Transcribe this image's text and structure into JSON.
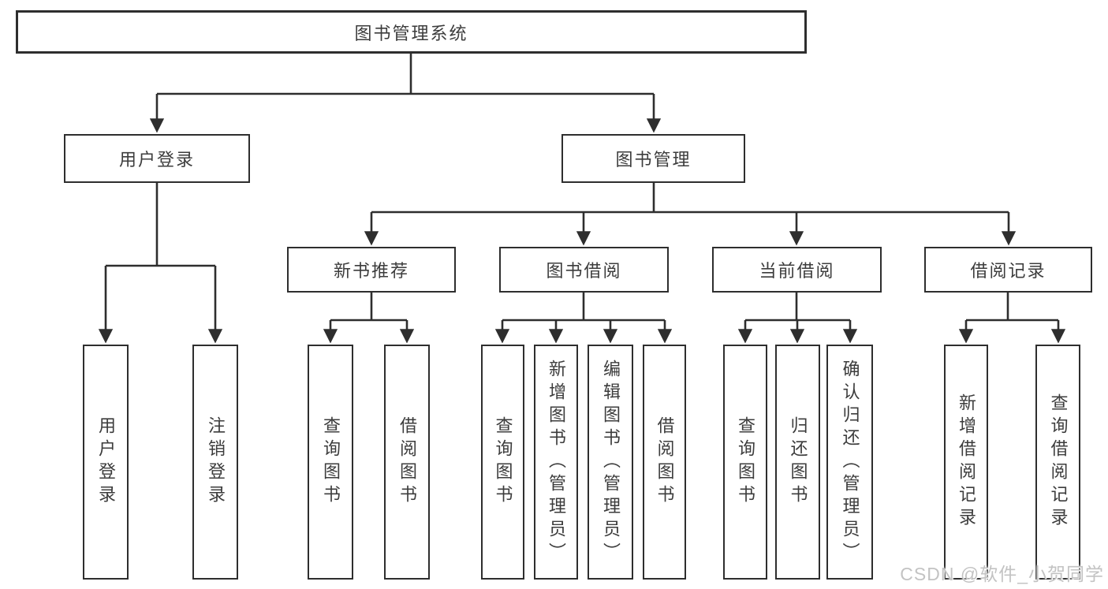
{
  "tree": {
    "label": "图书管理系统",
    "children": [
      {
        "label": "用户登录",
        "children": [
          {
            "label": "用户登录"
          },
          {
            "label": "注销登录"
          }
        ]
      },
      {
        "label": "图书管理",
        "children": [
          {
            "label": "新书推荐",
            "children": [
              {
                "label": "查询图书"
              },
              {
                "label": "借阅图书"
              }
            ]
          },
          {
            "label": "图书借阅",
            "children": [
              {
                "label": "查询图书"
              },
              {
                "label": "新增图书（管理员）"
              },
              {
                "label": "编辑图书（管理员）"
              },
              {
                "label": "借阅图书"
              }
            ]
          },
          {
            "label": "当前借阅",
            "children": [
              {
                "label": "查询图书"
              },
              {
                "label": "归还图书"
              },
              {
                "label": "确认归还（管理员）"
              }
            ]
          },
          {
            "label": "借阅记录",
            "children": [
              {
                "label": "新增借阅记录"
              },
              {
                "label": "查询借阅记录"
              }
            ]
          }
        ]
      }
    ]
  },
  "watermark": "CSDN @软件_小贺同学",
  "colors": {
    "line": "#2e2e2e",
    "text": "#3c3c3c",
    "watermark": "#c3c3c3",
    "background": "#ffffff"
  }
}
